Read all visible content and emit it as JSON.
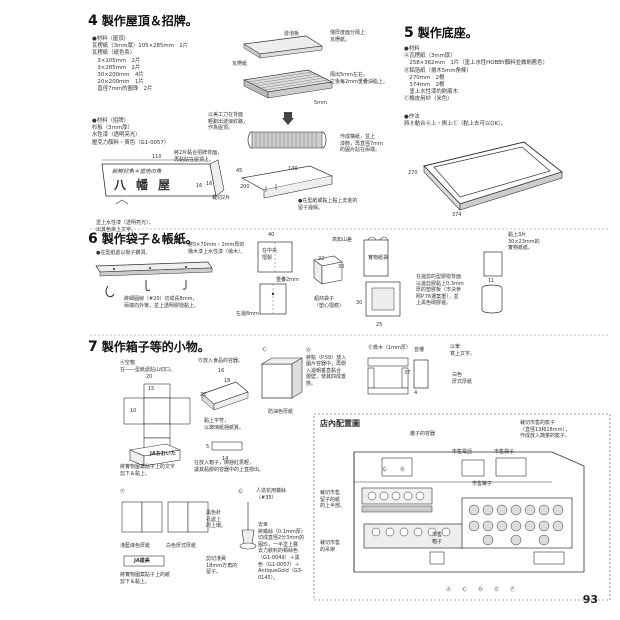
{
  "sec4": {
    "num": "4",
    "title": "製作屋頂＆招牌",
    "mat_roof": [
      "●材料（屋頂）",
      "瓦楞紙（3mm厚）105×285mm　1片",
      "瓦楞紙（紙色系）",
      "　3×105mm　2片",
      "　3×285mm　2片",
      "　30×200mm　4片",
      "",
      "　20×200mm　1片",
      "　直徑7mm的圓珠　2片"
    ],
    "mat_sign": [
      "●材料（招牌）",
      "杉板（3mm厚）",
      "水性漆（透明亮光）",
      "壓克力顏料・黃色（G1-0057）"
    ],
    "sign_text": "新鮮好魚＊當地の魚",
    "sign_big": "八幡屋",
    "cap_bottom": [
      "塗上水性漆（透明亮光），",
      "出其色來上文字。"
    ],
    "cap_left_mid": [
      "以美工刀在背面",
      "輕劃出波浪紋路，",
      "作為屋頂。"
    ],
    "cap_top_mid": "瓦楞紙",
    "cap_top_label": "發泡板",
    "cap_right1": [
      "僅厚度面分隔上",
      "瓦楞紙。"
    ],
    "cap_right2": [
      "隔出5mm左右，",
      "之後每2mm重疊油脂上。"
    ],
    "cap_right3": [
      "作成橫紙，並上",
      "漆飾，再直徑7mm",
      "的圓片貼在兩端。"
    ],
    "cap_right4": [
      "●在型紙或黏上黏上去金的",
      "留子邊緣。"
    ],
    "cap_glue": [
      "將2片黏合招牌背面，",
      "再黏貼在屋頂上。"
    ],
    "cap_cut": "裁切2片",
    "dims": {
      "d110": "110",
      "d16a": "16",
      "d16b": "16",
      "d45": "45",
      "d200": "200",
      "d140": "140",
      "d5mm": "5mm"
    }
  },
  "sec5": {
    "num": "5",
    "title": "製作底座",
    "mat": [
      "●材料",
      "Ⓐ瓦楞紙（3mm厚）",
      "　258×362mm　1片（塗上水性HOBBY顏料並做刷舊色）",
      "Ⓑ鋁箔紙（檜木5mm角棒）",
      "　270mm　2根",
      "　374mm　2根",
      "　塗上水性漆的刷痕木",
      "Ⓒ橡皮用紗（米色）"
    ],
    "howto": [
      "●作法",
      "將Ⓑ黏合Ⓐ上・側上Ⓒ（黏上去可以OK）。"
    ],
    "dims": {
      "d270": "270",
      "d374": "374"
    }
  },
  "sec6": {
    "num": "6",
    "title": "製作袋子＆帳紙",
    "cap_shelf": "●在型紙處以撥子鑽洞。",
    "cap_wood": [
      "將5×70mm・2mm厚的",
      "檜木漆上水性漆（檜木）。"
    ],
    "cap_hook": [
      "將細圓線（#20）切成長8mm，",
      "兩端向外彎，並上透明膠撥黏上。"
    ],
    "cap_fold": [
      "在中央",
      "摺製"
    ],
    "cap_overlap": "重疊2mm",
    "cap_bag": [
      "超商袋子",
      "（塑心摺痕）"
    ],
    "cap_board": "高知山差",
    "cap_paper": "實物紙袋",
    "cap_right": [
      "在邊剪的型膠撥背面",
      "以邊剪膠黏上0.3mm",
      "厚的塑膠板（市決參",
      "照P.76選案重），並",
      "上黑色硫膠邊。"
    ],
    "cap_roll": [
      "黏上3片",
      "30×23mm的",
      "實物紙紙。"
    ],
    "dims": {
      "d40": "40",
      "d22": "22",
      "d30a": "30",
      "d30b": "30",
      "d25": "25",
      "d11": "11",
      "d8mm": "左邊8mm"
    }
  },
  "sec7": {
    "num": "7",
    "title": "製作箱子等的小物",
    "itemA": [
      "Ⓐ空箱",
      "在――型紙處貼山切口。"
    ],
    "itemB": "Ⓑ放入食品的容器。",
    "itemC": "Ⓒ",
    "itemD": [
      "Ⓓ",
      "將點（P.59）放入",
      "圖片容器中，再側",
      "入邊朝垂直黏合",
      "層壁，使其四成置",
      "態。"
    ],
    "itemE": "Ⓔ橡木（1mm厚）",
    "boxLabel": "JAおおいた",
    "cap_box_label": [
      "將實物圖案貼子上的文字",
      "剪下＆黏上。"
    ],
    "cap_B1": [
      "黏上字符，",
      "以玻璃紙捆紙質。"
    ],
    "cap_B2": [
      "在放入箱子，綁捆紅蔥輕，",
      "讓其黏膠的容器中的上直撥出。"
    ],
    "cap_C": "防油色厚紙",
    "cap_E1": "音樓",
    "cap_E2": [
      "以筆",
      "寫上文字。"
    ],
    "cap_E3": [
      "白色",
      "厚式厚紙"
    ],
    "itemF": "Ⓕ",
    "cap_F1": "淺藍綠色厚紙",
    "cap_F2": "白色厚式厚紙",
    "cap_F3": [
      "將實物圖案貼子上的紙",
      "剪下＆黏上。"
    ],
    "itemG": "Ⓖ",
    "cap_G1": [
      "人造花用鐵絲",
      "（#35）"
    ],
    "cap_G2": [
      "黑色針",
      "孔處上",
      "的上環。"
    ],
    "cap_G3": [
      "去幸",
      "將鐵絲（0.1mm厚）",
      "切成直徑2分3mm的",
      "圓珍，一半塗上霧",
      "去力裝料的頓絲色",
      "（G1-0049）＋黑",
      "色（G1-0057）＋",
      "AntiqueGold（G3-",
      "0145）。"
    ],
    "cap_G4": [
      "剪切淺黃",
      "18mm方角的",
      "留子。"
    ],
    "box8": "JA雄美",
    "dims": {
      "d15a": "15",
      "d20": "20",
      "d10": "10",
      "d16": "16",
      "d18": "18",
      "d22": "22",
      "d14": "14",
      "d5": "5",
      "d37": "37",
      "d4": "4"
    }
  },
  "store": {
    "title": "店內配置圖",
    "lbl_bag": "雞子的容器",
    "lbl_phone": "市售電話",
    "lbl_bag2": "市售袋子",
    "lbl_box": "市售罐子",
    "lbl_right": [
      "裁切市售的籃子",
      "（直徑13和18mm），",
      "作成放入蔬菜的籃子。"
    ],
    "lbl_left": [
      "裁切市售",
      "留子的紙",
      "的上半部。"
    ],
    "lbl_left2": [
      "裁切市售",
      "的吊架"
    ],
    "lbl_bottom": [
      "市售",
      "箱子"
    ],
    "markers": [
      "Ⓐ",
      "Ⓑ",
      "Ⓒ",
      "Ⓓ",
      "Ⓔ",
      "Ⓕ",
      "Ⓖ"
    ]
  },
  "page_number": "93"
}
